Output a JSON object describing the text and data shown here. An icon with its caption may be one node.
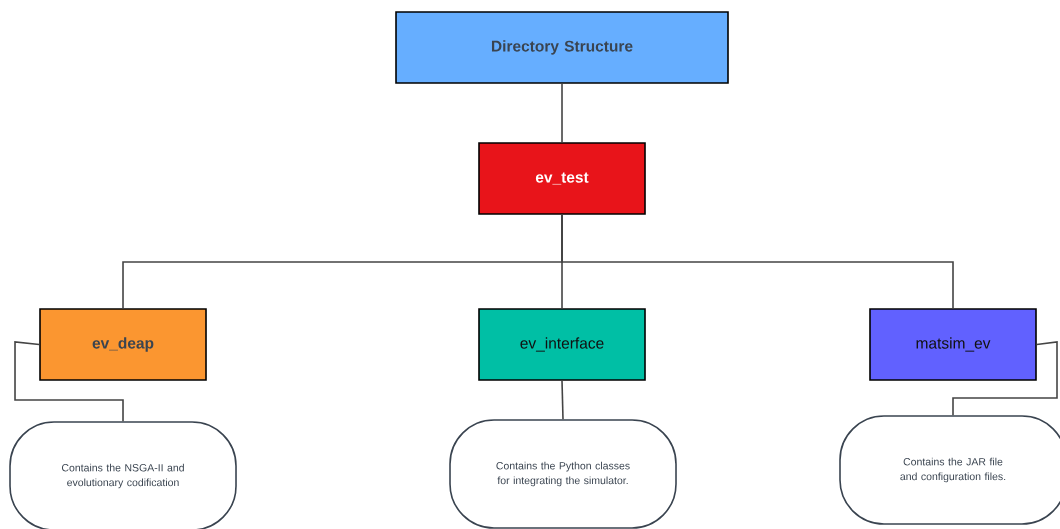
{
  "diagram": {
    "nodes": [
      {
        "text": [
          "Directory Structure"
        ]
      },
      {
        "text": [
          "ev_test"
        ]
      },
      {
        "text": [
          "ev_deap"
        ]
      },
      {
        "text": [
          "ev_interface"
        ]
      },
      {
        "text": [
          "matsim_ev"
        ]
      },
      {
        "text": [
          "Contains the NSGA-II and evolutionary codification"
        ]
      },
      {
        "text": [
          "Contains the Python classes for integrating the simulator."
        ]
      },
      {
        "text": [
          "Contains the JAR file and configuration files."
        ]
      }
    ],
    "edges": [
      {
        "from": 0,
        "to": 1,
        "arrow": "none"
      },
      {
        "from": 1,
        "to": 2,
        "arrow": "none"
      },
      {
        "from": 1,
        "to": 3,
        "arrow": "none"
      },
      {
        "from": 1,
        "to": 4,
        "arrow": "none"
      },
      {
        "from": 2,
        "to": 5,
        "arrow": "none"
      },
      {
        "from": 3,
        "to": 6,
        "arrow": "none"
      },
      {
        "from": 4,
        "to": 7,
        "arrow": "none"
      }
    ]
  }
}
